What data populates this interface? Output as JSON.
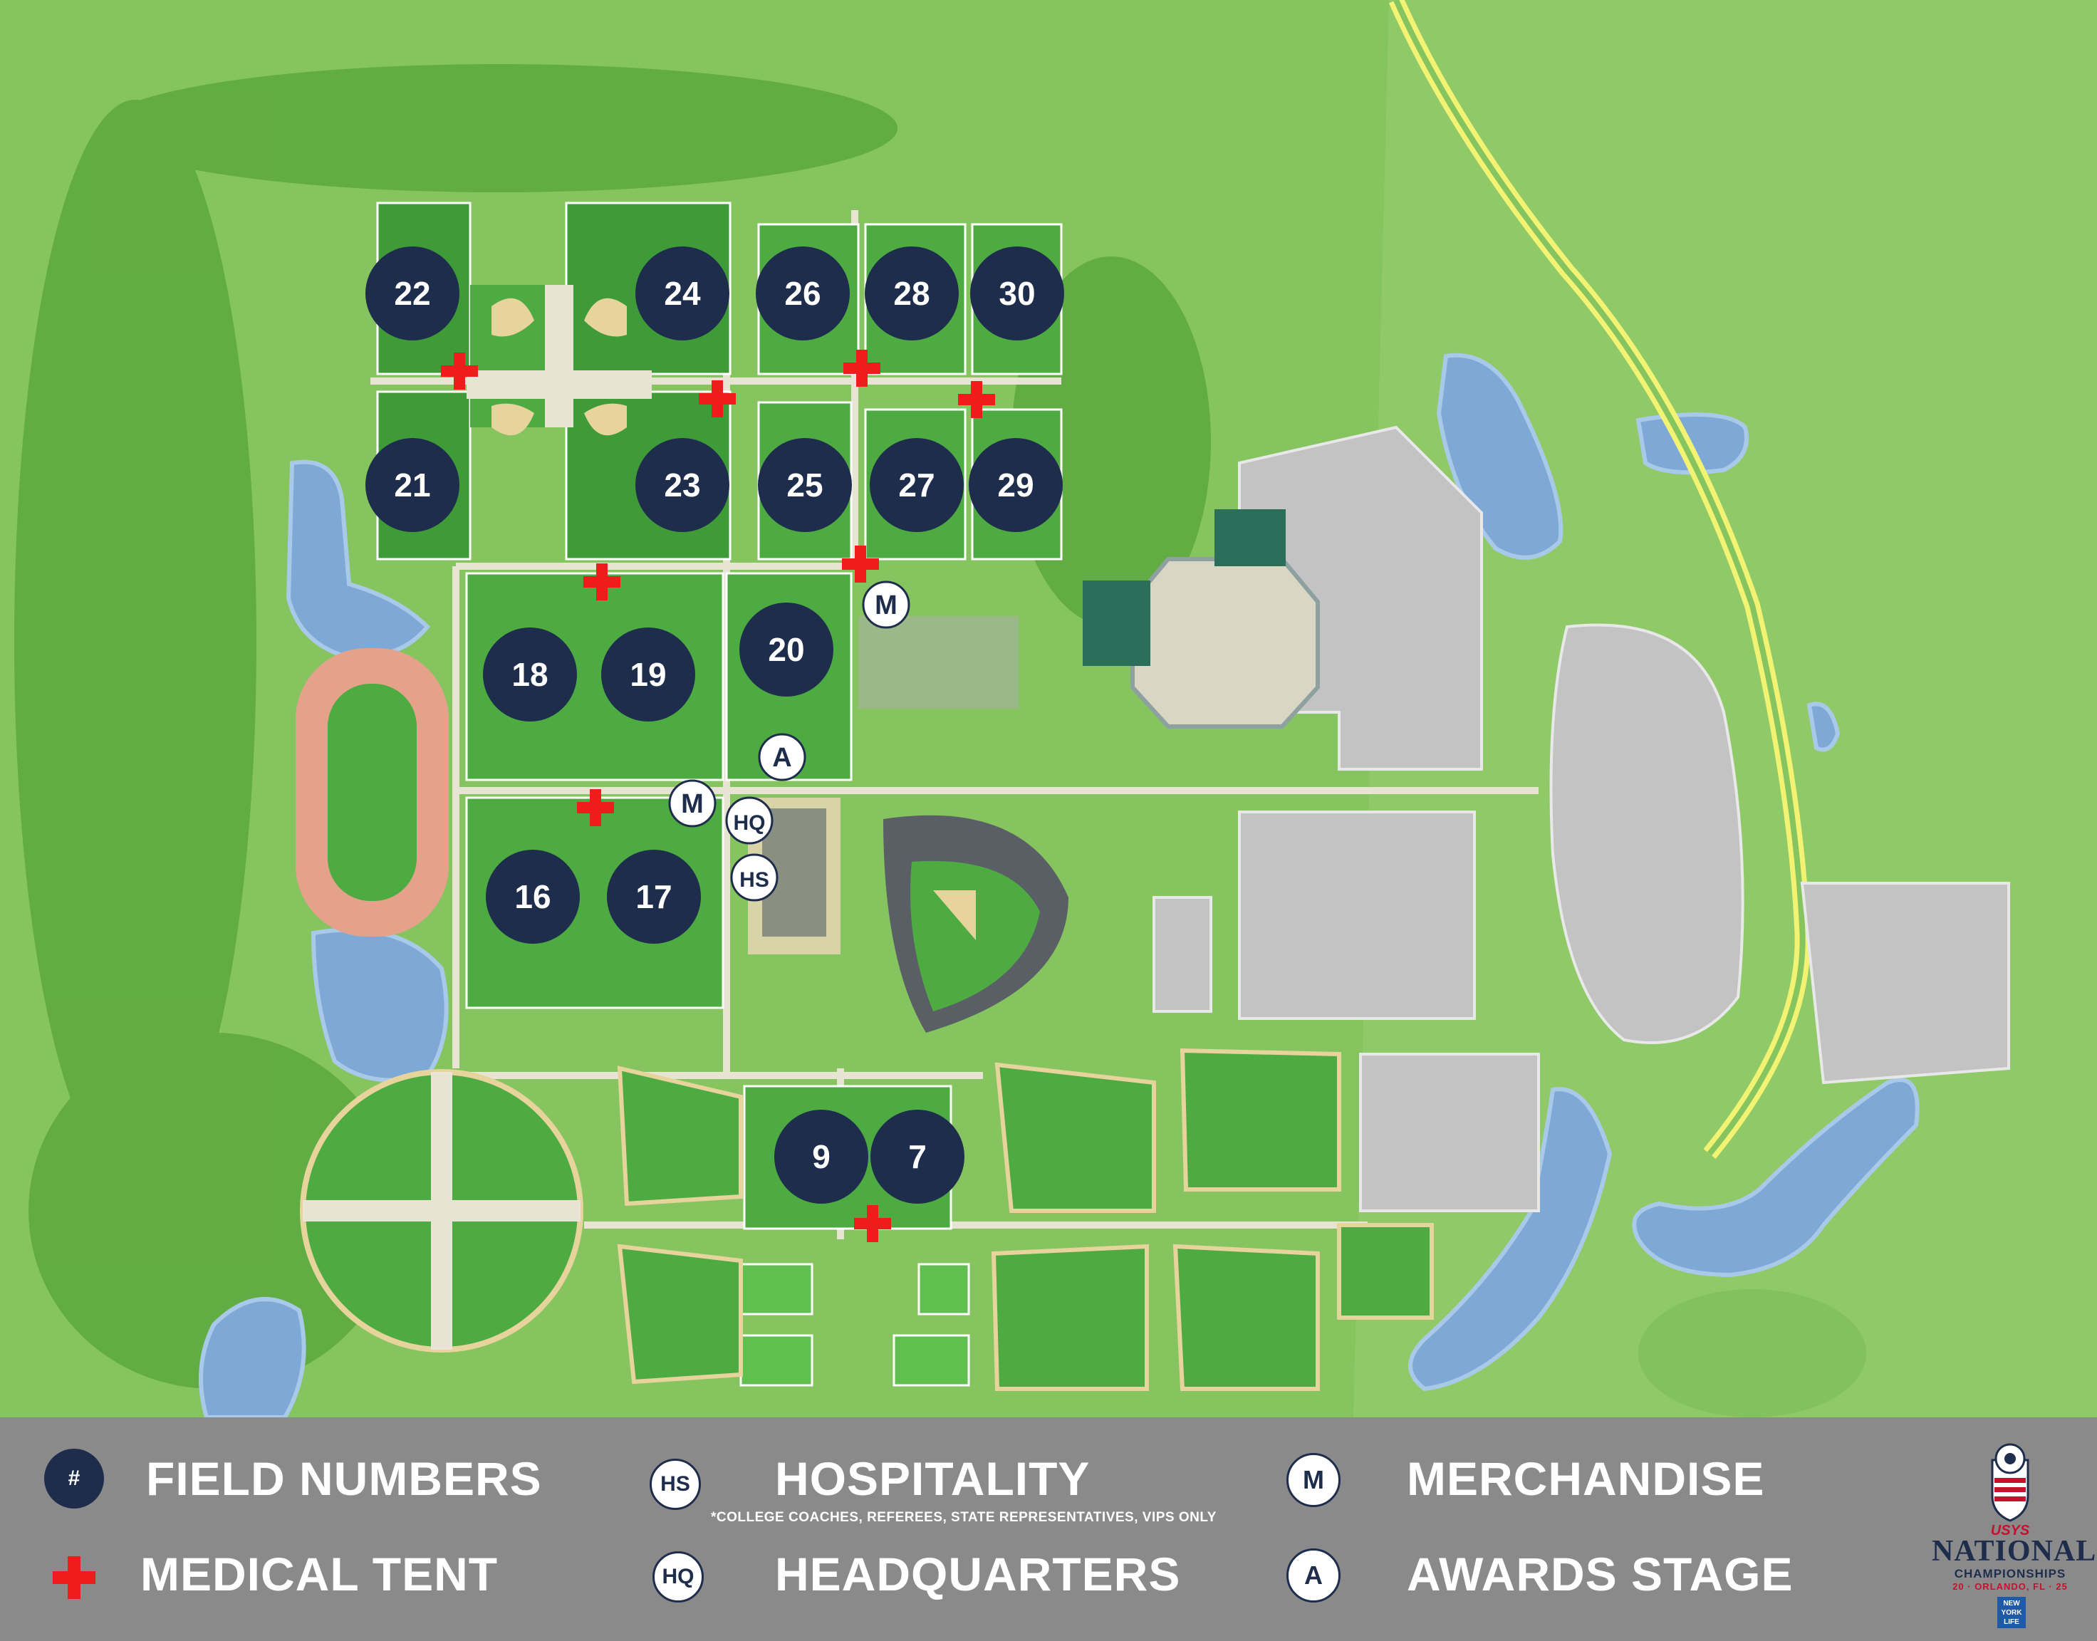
{
  "colors": {
    "grass_bg": "#7fbf5a",
    "field_dark": "#3f9a38",
    "field_light": "#4dab42",
    "water": "#7ea9d6",
    "path": "#e8e4d4",
    "parking": "#bfbfbf",
    "road_yellow": "#f3f373",
    "marker_navy": "#1f2d4d",
    "medical_red": "#ee1c1c",
    "legend_bg": "#8a8a8a"
  },
  "fields": [
    {
      "label": "22"
    },
    {
      "label": "24"
    },
    {
      "label": "26"
    },
    {
      "label": "28"
    },
    {
      "label": "30"
    },
    {
      "label": "21"
    },
    {
      "label": "23"
    },
    {
      "label": "25"
    },
    {
      "label": "27"
    },
    {
      "label": "29"
    },
    {
      "label": "18"
    },
    {
      "label": "19"
    },
    {
      "label": "20"
    },
    {
      "label": "16"
    },
    {
      "label": "17"
    },
    {
      "label": "9"
    },
    {
      "label": "7"
    }
  ],
  "service_markers": [
    {
      "label": "M",
      "kind": "merchandise"
    },
    {
      "label": "A",
      "kind": "awards-stage"
    },
    {
      "label": "M",
      "kind": "merchandise"
    },
    {
      "label": "HQ",
      "kind": "headquarters"
    },
    {
      "label": "HS",
      "kind": "hospitality"
    }
  ],
  "legend": {
    "field_numbers": {
      "symbol": "#",
      "label": "FIELD NUMBERS"
    },
    "medical_tent": {
      "label": "MEDICAL TENT"
    },
    "hospitality": {
      "symbol": "HS",
      "label": "HOSPITALITY",
      "note": "*COLLEGE COACHES, REFEREES, STATE REPRESENTATIVES, VIPS ONLY"
    },
    "headquarters": {
      "symbol": "HQ",
      "label": "HEADQUARTERS"
    },
    "merchandise": {
      "symbol": "M",
      "label": "MERCHANDISE"
    },
    "awards_stage": {
      "symbol": "A",
      "label": "AWARDS STAGE"
    }
  },
  "brand": {
    "usys": "USYS",
    "title": "NATIONAL",
    "subtitle": "CHAMPIONSHIPS",
    "year_city": "20 · ORLANDO, FL · 25",
    "sponsor": "NEW YORK LIFE"
  }
}
